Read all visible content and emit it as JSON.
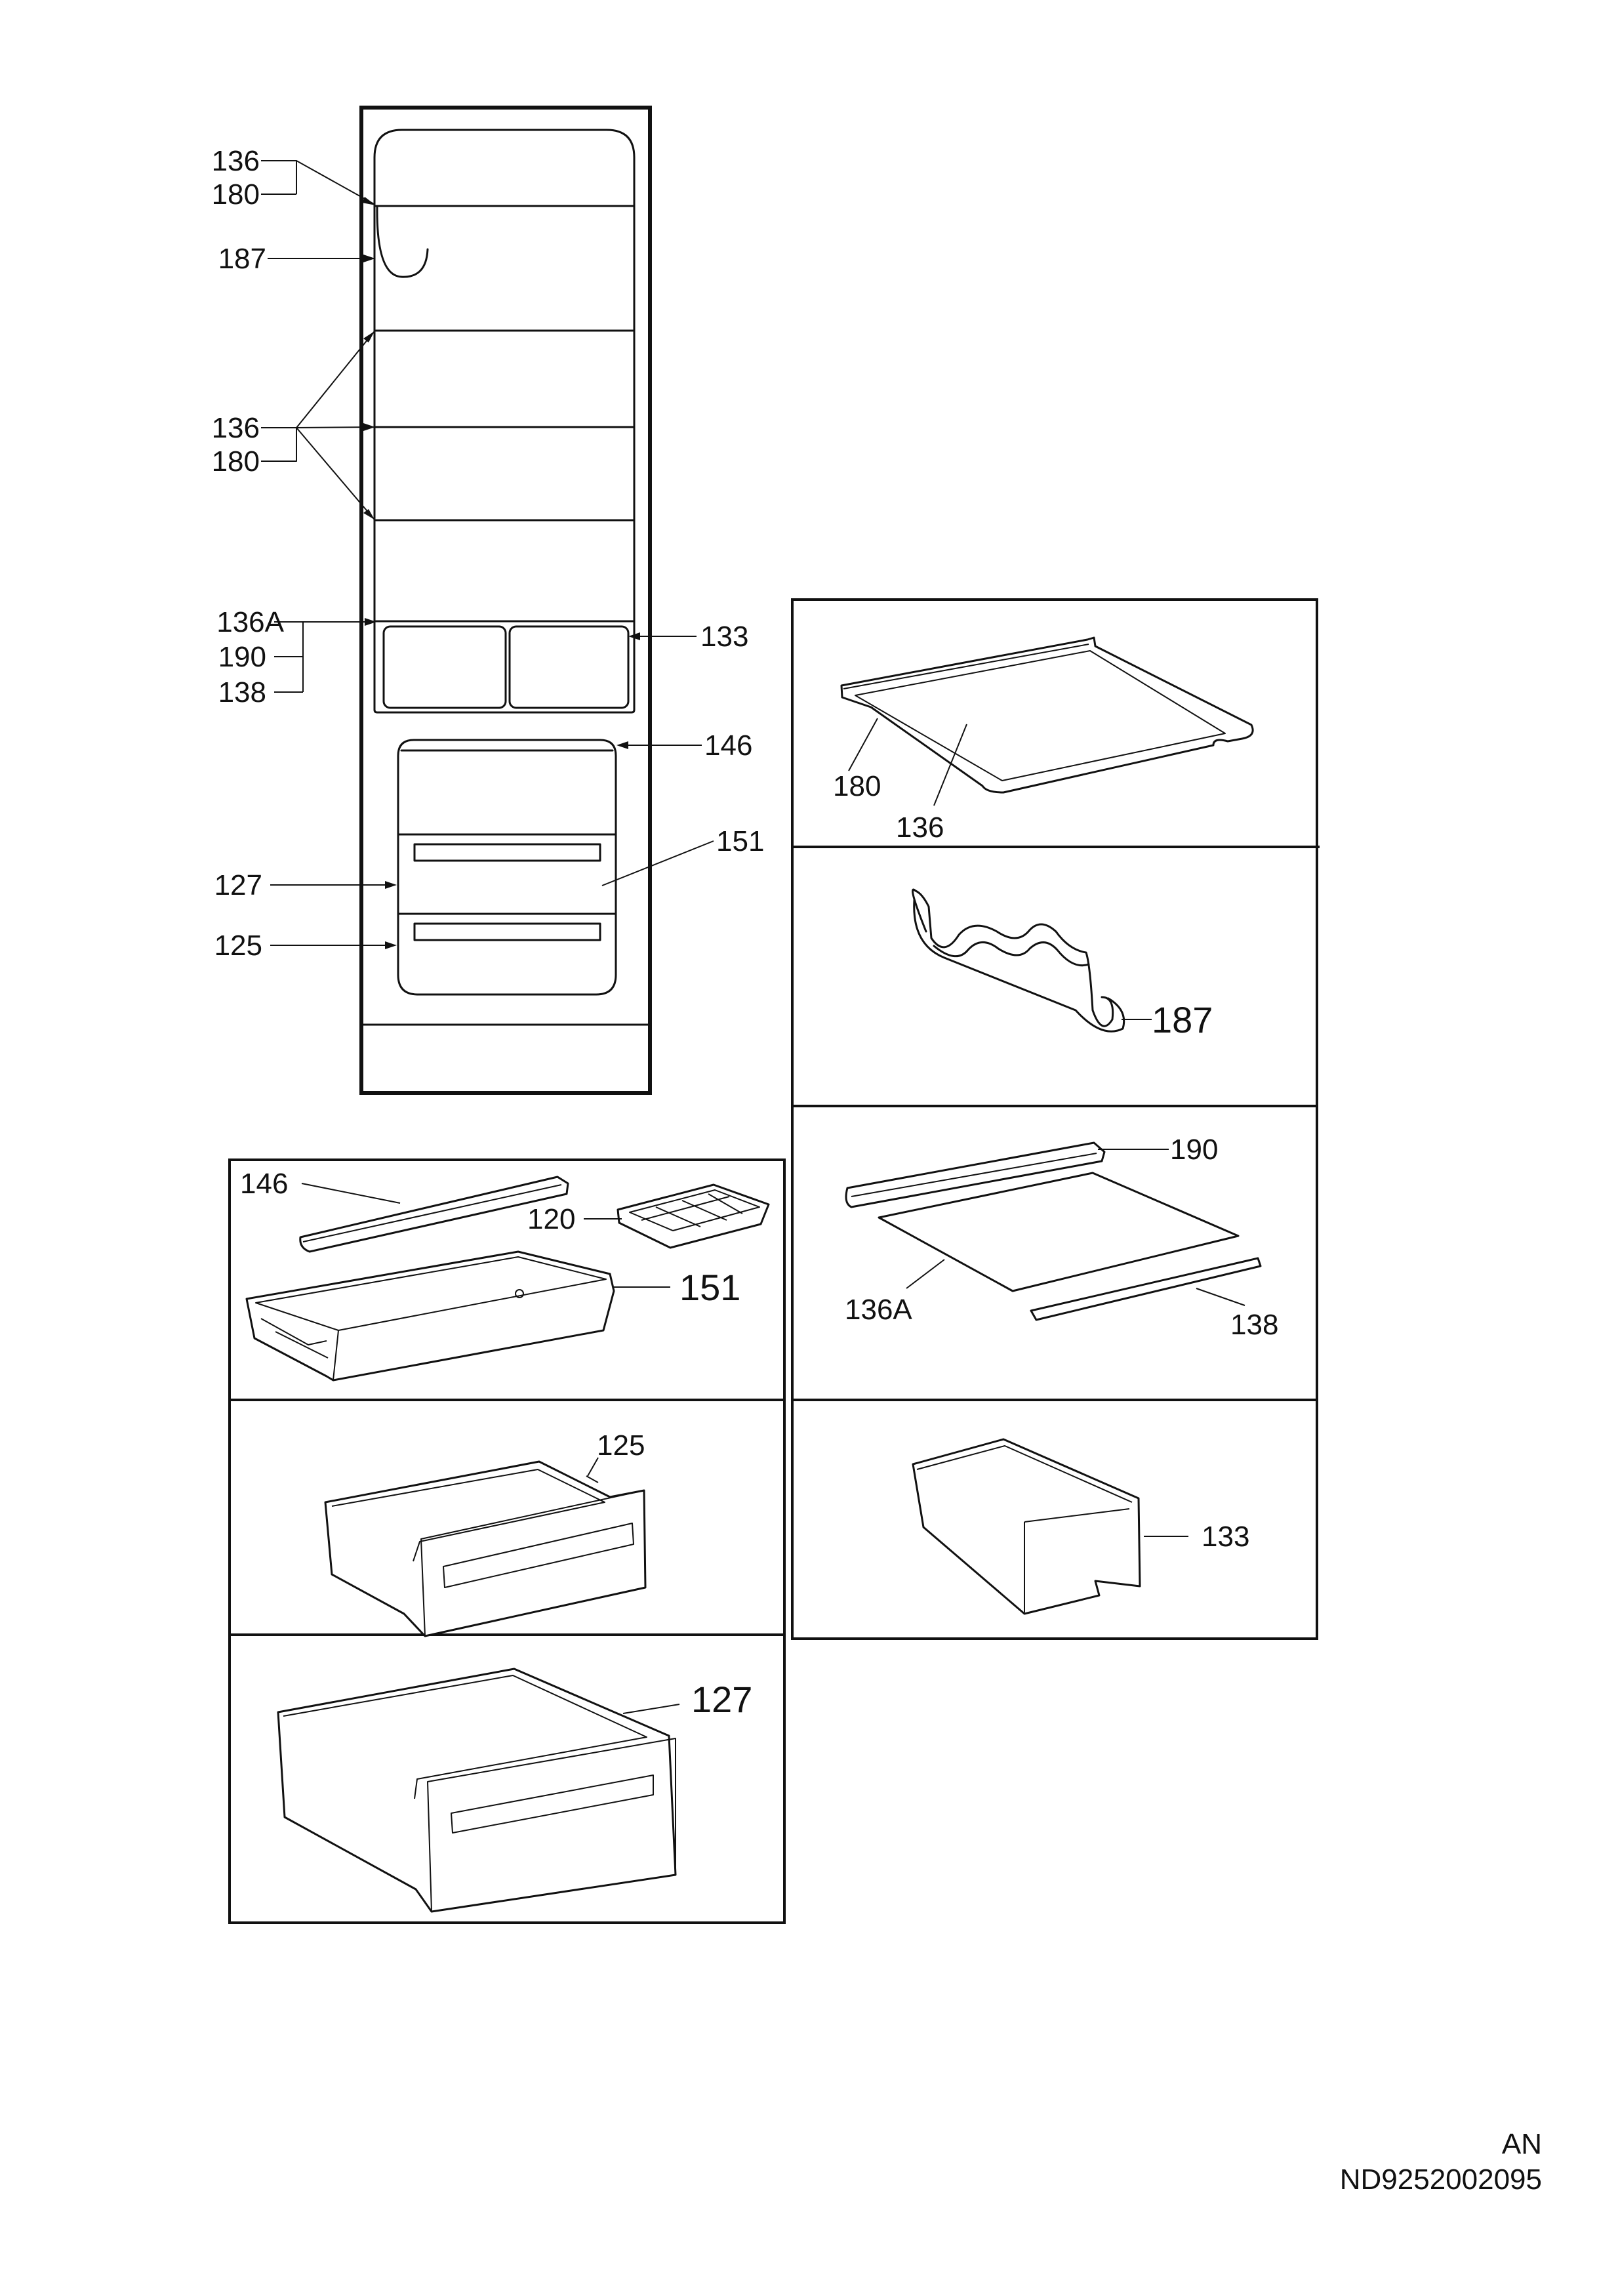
{
  "labels": {
    "fridge_136_top": "136",
    "fridge_180_top": "180",
    "fridge_187": "187",
    "fridge_136_mid": "136",
    "fridge_180_mid": "180",
    "fridge_136A": "136A",
    "fridge_190": "190",
    "fridge_138": "138",
    "fridge_133": "133",
    "fridge_146": "146",
    "fridge_151": "151",
    "fridge_127": "127",
    "fridge_125": "125",
    "box_shelf_180": "180",
    "box_shelf_136": "136",
    "box_rack_187": "187",
    "box_glass_190": "190",
    "box_glass_136A": "136A",
    "box_glass_138": "138",
    "box_tray_146": "146",
    "box_tray_120": "120",
    "box_tray_151": "151",
    "box_drawer_125": "125",
    "box_bin_133": "133",
    "box_drawer_127": "127"
  },
  "footer": {
    "line1": "AN",
    "line2": "ND9252002095"
  }
}
